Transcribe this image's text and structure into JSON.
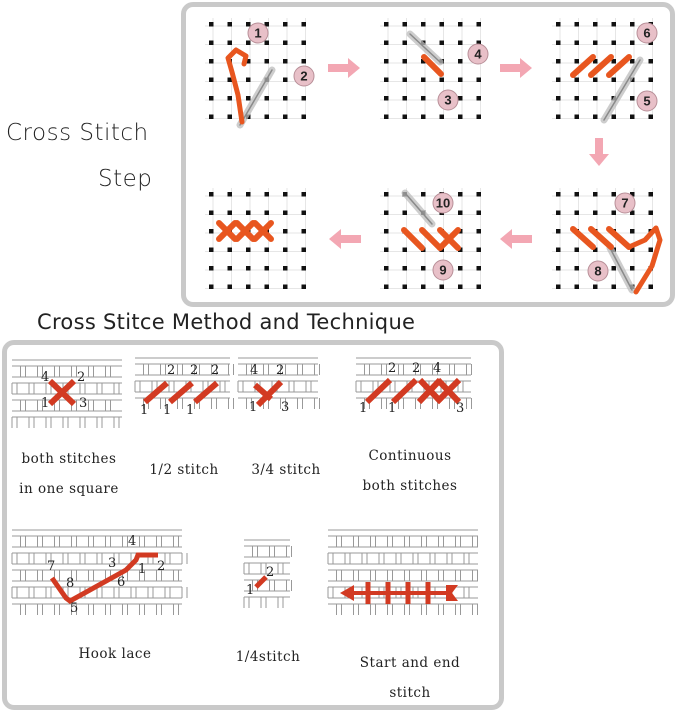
{
  "heading": {
    "line1": "Cross Stitch",
    "line2": "Step"
  },
  "method_title": "Cross Stitce Method and Technique",
  "step_badges": [
    "1",
    "2",
    "3",
    "4",
    "5",
    "6",
    "7",
    "8",
    "9",
    "10"
  ],
  "technique_labels": {
    "both_line1": "both stitches",
    "both_line2": "in one square",
    "half": "1/2 stitch",
    "three_quarter": "3/4 stitch",
    "continuous_line1": "Continuous",
    "continuous_line2": "both stitches",
    "hook": "Hook lace",
    "quarter": "1/4stitch",
    "start_end_line1": "Start and end",
    "start_end_line2": "stitch"
  },
  "colors": {
    "thread": "#e8561f",
    "stitch": "#d23a22",
    "arrow": "#f3a7b3",
    "badge": "#e8c0c8",
    "border": "#c9c9c9"
  }
}
